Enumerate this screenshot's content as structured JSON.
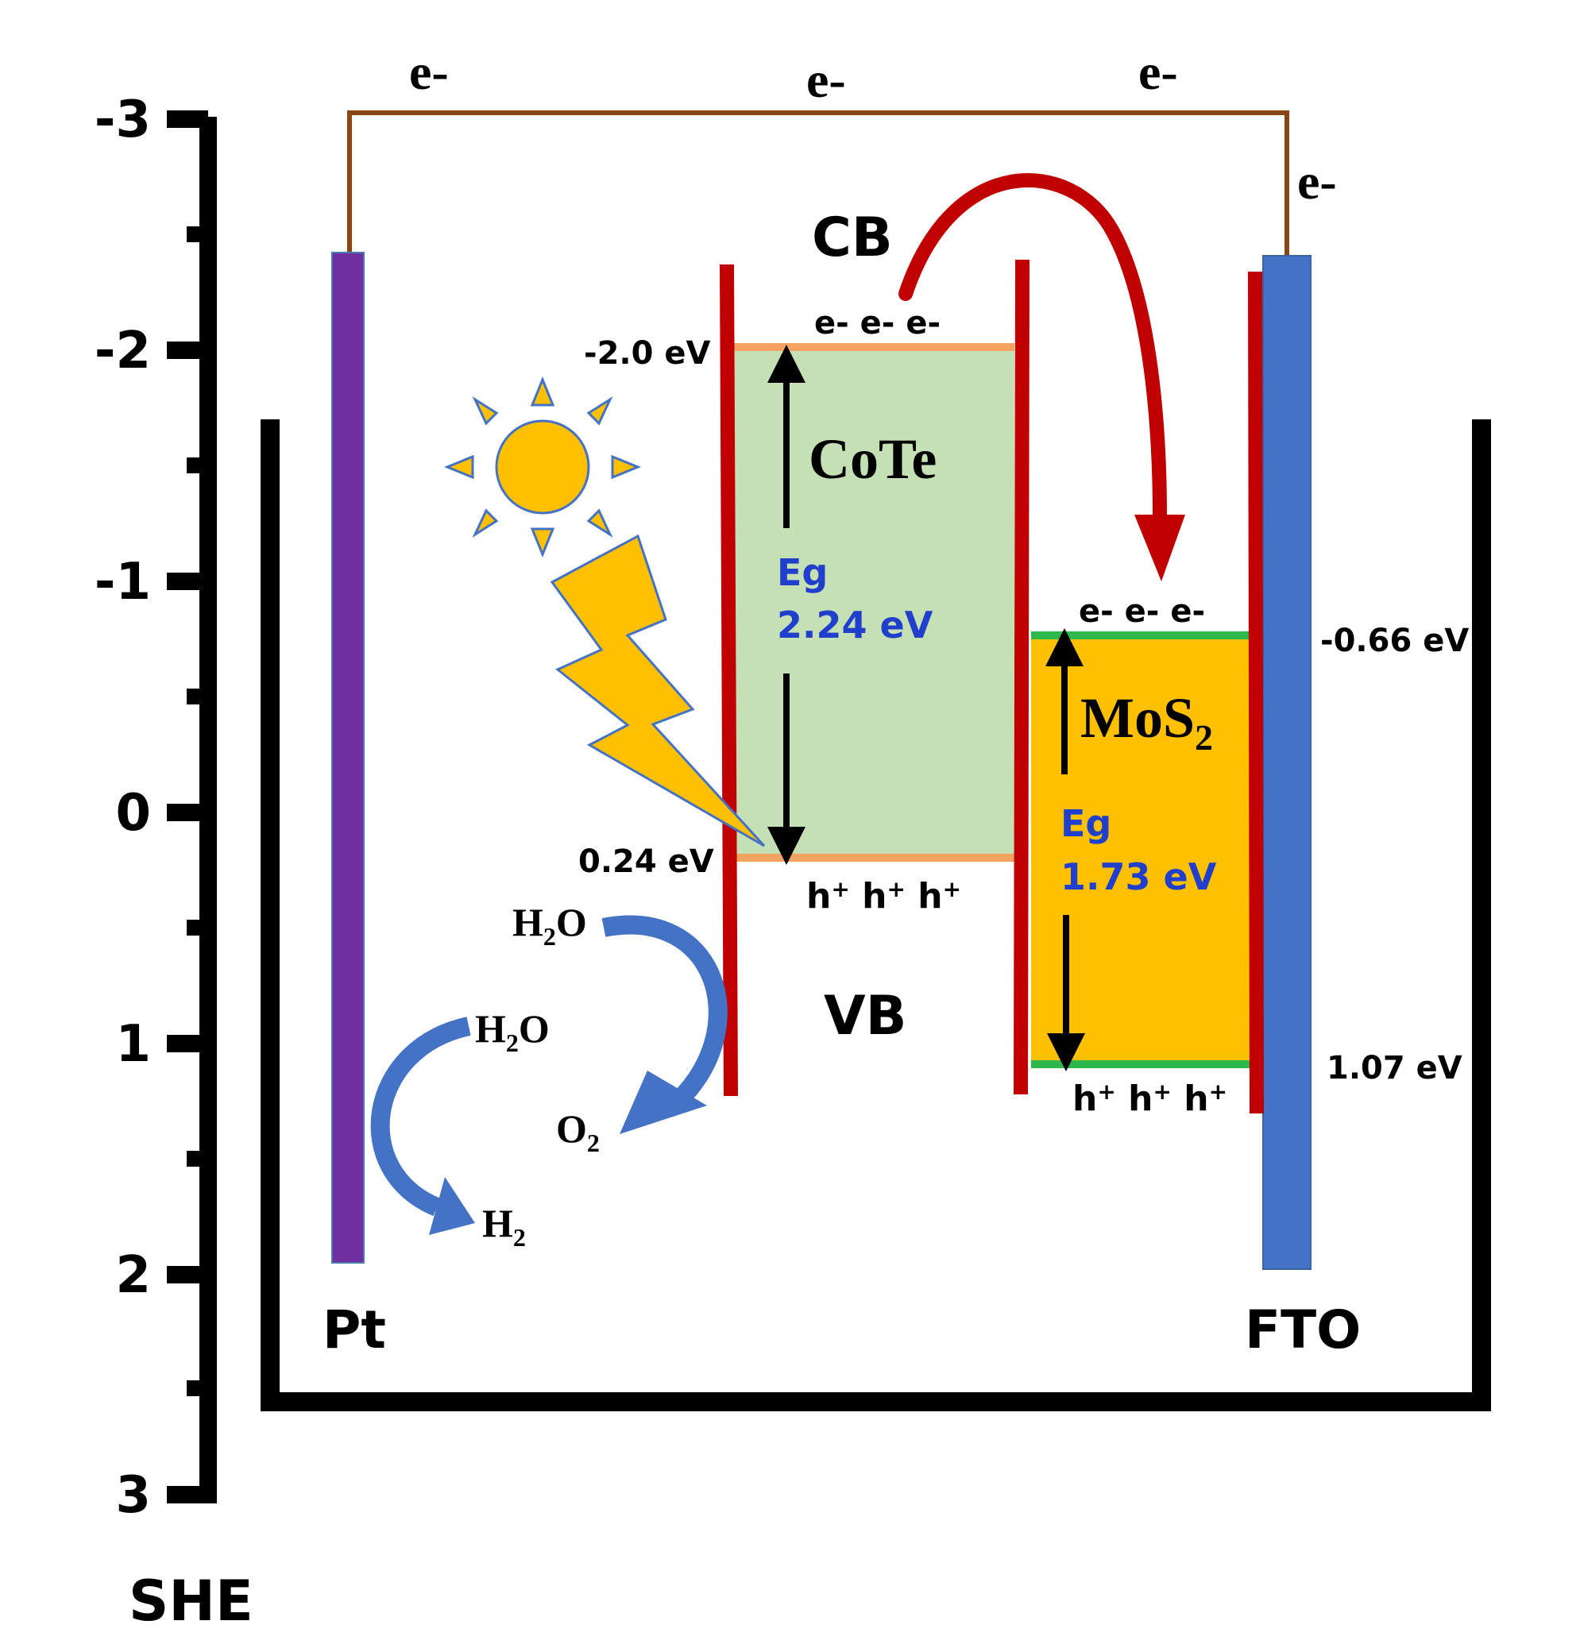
{
  "axis": {
    "unit": "SHE",
    "ticks": [
      "-3",
      "-2",
      "-1",
      "0",
      "1",
      "2",
      "3"
    ]
  },
  "circuit": {
    "electron_labels": [
      "e-",
      "e-",
      "e-",
      "e-"
    ]
  },
  "electrodes": {
    "left": "Pt",
    "right": "FTO"
  },
  "bands": {
    "cb_label": "CB",
    "vb_label": "VB"
  },
  "cote": {
    "name": "CoTe",
    "eg_label": "Eg",
    "eg_value": "2.24 eV",
    "cb_level": "-2.0 eV",
    "vb_level": "0.24 eV",
    "electrons": "e- e- e-"
  },
  "mos2": {
    "name_main": "MoS",
    "name_sub": "2",
    "eg_label": "Eg",
    "eg_value": "1.73 eV",
    "cb_level": "-0.66 eV",
    "vb_level": "1.07 eV",
    "electrons": "e- e- e-"
  },
  "holes": {
    "base": "h",
    "sup": "+"
  },
  "species": {
    "h2o_a": {
      "main": "H",
      "sub": "2",
      "tail": "O"
    },
    "h2o_b": {
      "main": "H",
      "sub": "2",
      "tail": "O"
    },
    "o2": {
      "main": "O",
      "sub": "2"
    },
    "h2": {
      "main": "H",
      "sub": "2"
    }
  },
  "colors": {
    "circuit_wire": "#8B4513",
    "pt_electrode": "#7030A0",
    "fto_electrode": "#4472C4",
    "cote_fill": "#C5E0B4",
    "mos2_fill": "#FFC000",
    "band_edge_cote": "#F4A460",
    "band_edge_mos2": "#2DB84B",
    "red_walls": "#C00000",
    "eg_text": "#1F3FCC",
    "reaction_arrow": "#4472C4",
    "sun": "#FFC000"
  }
}
